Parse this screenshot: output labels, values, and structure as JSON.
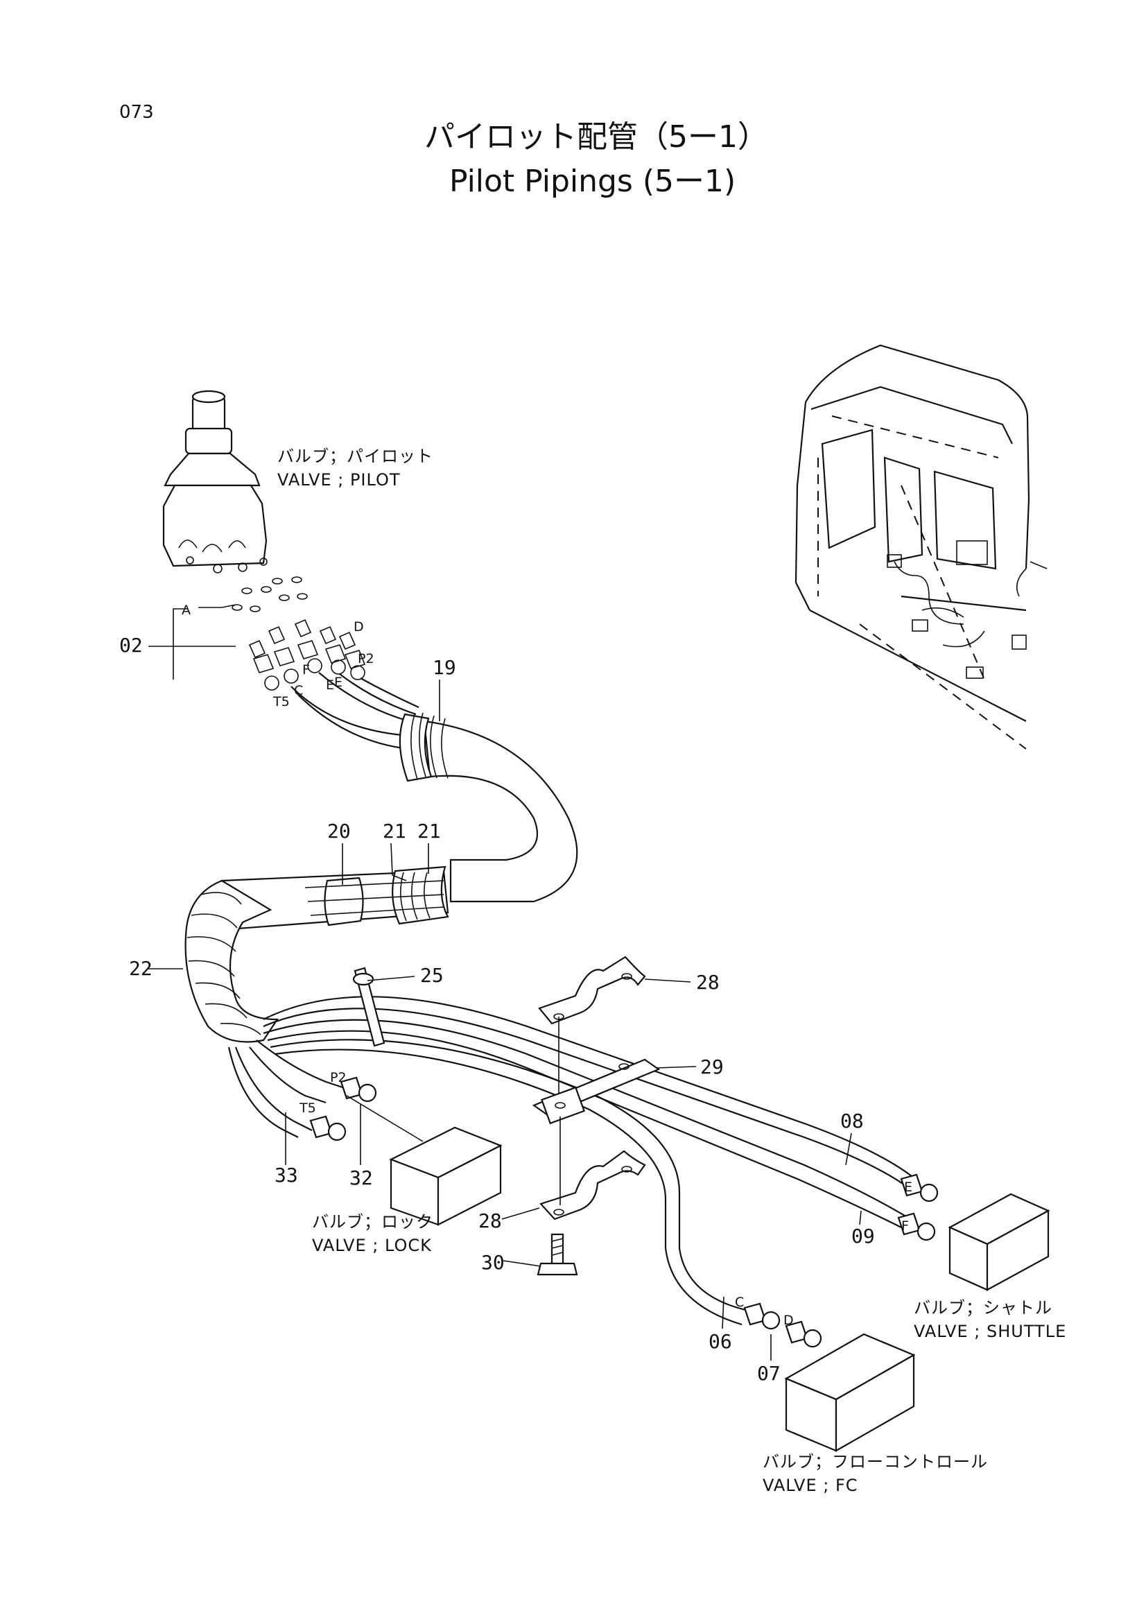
{
  "page_number": "073",
  "title_ja": "パイロット配管（5ー1）",
  "title_en": "Pilot Pipings (5ー1)",
  "components": {
    "pilot_valve": {
      "ja": "バルブ；パイロット",
      "en": "VALVE ; PILOT"
    },
    "lock_valve": {
      "ja": "バルブ；ロック",
      "en": "VALVE ; LOCK"
    },
    "shuttle_valve": {
      "ja": "バルブ；シャトル",
      "en": "VALVE ; SHUTTLE"
    },
    "fc_valve": {
      "ja": "バルブ；フローコントロール",
      "en": "VALVE ; FC"
    }
  },
  "callouts": [
    "02",
    "19",
    "20",
    "21",
    "21",
    "22",
    "25",
    "28",
    "29",
    "08",
    "09",
    "33",
    "32",
    "28",
    "30",
    "06",
    "07"
  ],
  "port_labels": [
    "A",
    "D",
    "P2",
    "F",
    "E",
    "E",
    "C",
    "T5",
    "P2",
    "T5",
    "E",
    "F",
    "C",
    "D"
  ]
}
